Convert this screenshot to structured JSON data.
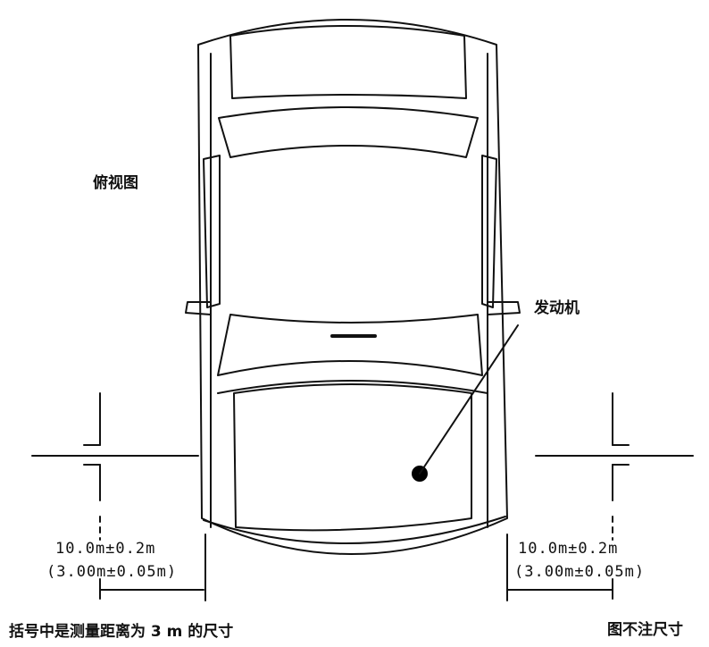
{
  "labels": {
    "top_view": "俯视图",
    "engine": "发动机",
    "left_distance": "10.0m±0.2m",
    "left_distance_paren": "(3.00m±0.05m)",
    "right_distance": "10.0m±0.2m",
    "right_distance_paren": "(3.00m±0.05m)",
    "bottom_note_left": "括号中是测量距离为 3 m 的尺寸",
    "bottom_note_right": "图不注尺寸"
  },
  "colors": {
    "ink": "#111111",
    "engine_dot": "#000000"
  }
}
